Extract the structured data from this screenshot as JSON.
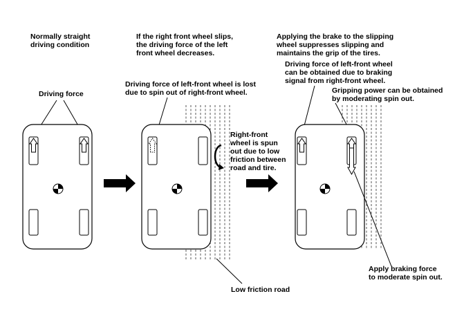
{
  "panels": [
    {
      "id": "panel-1",
      "caption": [
        "Normally straight",
        "driving condition"
      ],
      "callouts": [
        {
          "id": "driving-force",
          "lines": [
            "Driving force"
          ]
        }
      ]
    },
    {
      "id": "panel-2",
      "caption": [
        "If the right front wheel slips,",
        "the driving force of the left",
        "front wheel decreases."
      ],
      "callouts": [
        {
          "id": "left-force-lost",
          "lines": [
            "Driving force of left-front wheel is lost",
            "due to spin out of right-front wheel."
          ]
        },
        {
          "id": "right-spun-out",
          "lines": [
            "Right-front",
            "wheel is spun",
            "out due to low",
            "friction between",
            "road and tire."
          ]
        },
        {
          "id": "low-friction-road",
          "lines": [
            "Low friction road"
          ]
        }
      ]
    },
    {
      "id": "panel-3",
      "caption": [
        "Applying the brake to the slipping",
        "wheel suppresses slipping and",
        "maintains the grip of the tires."
      ],
      "callouts": [
        {
          "id": "left-force-obtained",
          "lines": [
            "Driving force of left-front wheel",
            "can be obtained due to braking",
            "signal from right-front wheel."
          ]
        },
        {
          "id": "gripping-power",
          "lines": [
            "Gripping power can be obtained",
            "by moderating spin out."
          ]
        },
        {
          "id": "apply-braking",
          "lines": [
            "Apply braking force",
            "to moderate spin out."
          ]
        }
      ]
    }
  ],
  "icons": [
    "right-arrow-icon",
    "center-of-gravity-icon",
    "spin-arrow-icon",
    "brake-arrow-icon"
  ]
}
